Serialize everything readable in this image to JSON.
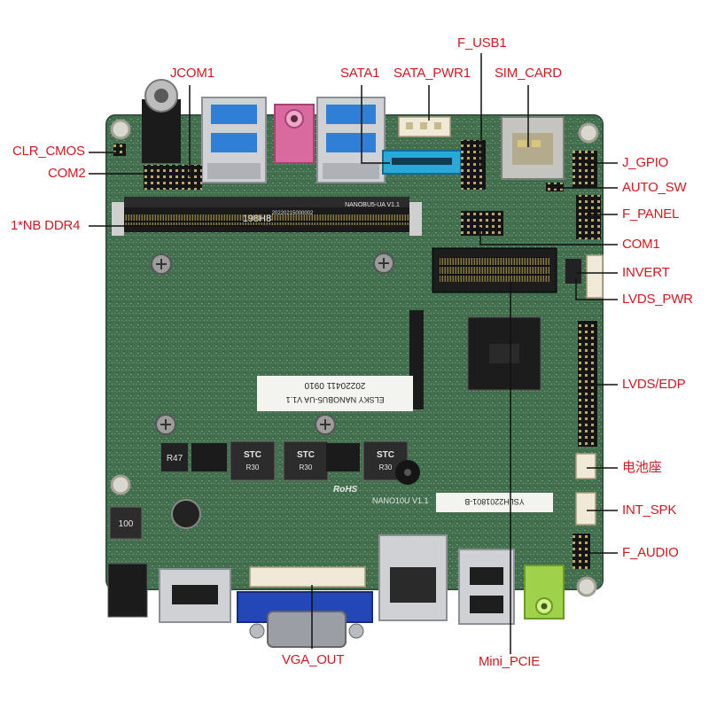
{
  "labels": {
    "jcom1": "JCOM1",
    "sata1": "SATA1",
    "sata_pwr1": "SATA_PWR1",
    "f_usb1": "F_USB1",
    "sim_card": "SIM_CARD",
    "clr_cmos": "CLR_CMOS",
    "com2": "COM2",
    "nb_ddr4": "1*NB DDR4",
    "j_gpio": "J_GPIO",
    "auto_sw": "AUTO_SW",
    "f_panel": "F_PANEL",
    "com1": "COM1",
    "invert": "INVERT",
    "lvds_pwr": "LVDS_PWR",
    "lvds_edp": "LVDS/EDP",
    "battery": "电池座",
    "int_spk": "INT_SPK",
    "f_audio": "F_AUDIO",
    "vga_out": "VGA_OUT",
    "mini_pcie": "Mini_PCIE"
  },
  "silkscreen": {
    "sodimm_model": "NANOBU5-UA V1.1",
    "sodimm_code": "20220215000002",
    "sodimm_tag": "198H8",
    "board_model": "ELSKY NANOBU5-UA V1.1",
    "board_date": "20220411 0910",
    "stc_1": "STC",
    "stc_2": "STC",
    "stc_3": "STC",
    "stc_sub": "R30",
    "resistor": "R47",
    "inductor": "100",
    "rohs": "RoHS",
    "board_name": "NANO10U V1.1",
    "serial": "YSLH2201801-B"
  },
  "colors": {
    "label": "#d4181f",
    "pcb": "#3f6a4c",
    "usb3": "#2f7fd6",
    "audio_pink": "#d96aa0",
    "audio_green": "#9fd24a",
    "sata": "#2aa8d6",
    "vga": "#2447b8"
  }
}
